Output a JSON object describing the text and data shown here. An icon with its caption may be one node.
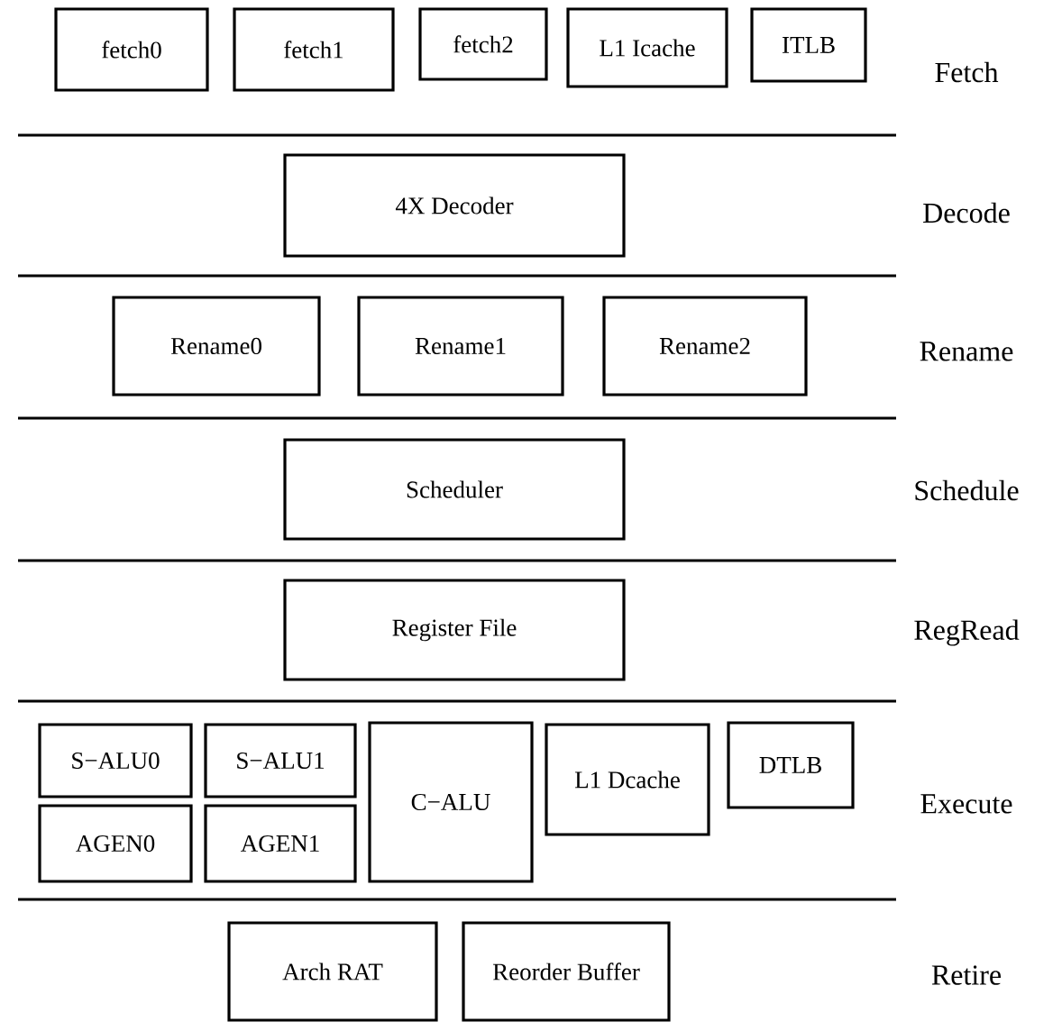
{
  "diagram": {
    "nodes": [
      {
        "text": [
          "fetch0"
        ]
      },
      {
        "text": [
          "fetch1"
        ]
      },
      {
        "text": [
          "fetch2"
        ]
      },
      {
        "text": [
          "L1 Icache"
        ]
      },
      {
        "text": [
          "ITLB"
        ]
      },
      {
        "text": [
          "4X Decoder"
        ]
      },
      {
        "text": [
          "Rename0"
        ]
      },
      {
        "text": [
          "Rename1"
        ]
      },
      {
        "text": [
          "Rename2"
        ]
      },
      {
        "text": [
          "Scheduler"
        ]
      },
      {
        "text": [
          "Register File"
        ]
      },
      {
        "text": [
          "S−ALU0"
        ]
      },
      {
        "text": [
          "S−ALU1"
        ]
      },
      {
        "text": [
          "C−ALU"
        ]
      },
      {
        "text": [
          "L1 Dcache"
        ]
      },
      {
        "text": [
          "DTLB"
        ]
      },
      {
        "text": [
          "AGEN0"
        ]
      },
      {
        "text": [
          "AGEN1"
        ]
      },
      {
        "text": [
          "Arch RAT"
        ]
      },
      {
        "text": [
          "Reorder Buffer"
        ]
      }
    ],
    "labels": [
      "Fetch",
      "Decode",
      "Rename",
      "Schedule",
      "RegRead",
      "Execute",
      "Retire"
    ]
  }
}
